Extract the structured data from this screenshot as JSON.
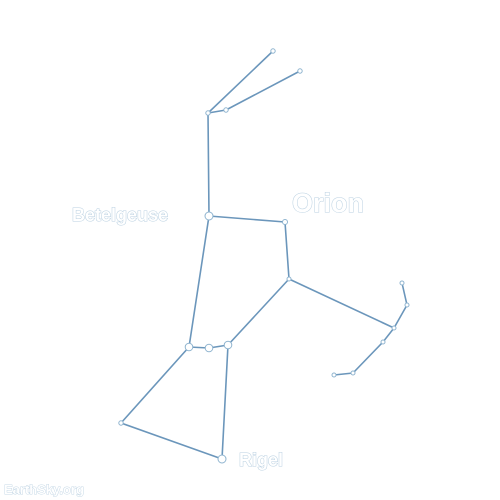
{
  "constellation": {
    "name": "Orion",
    "labels": {
      "betelgeuse": "Betelgeuse",
      "rigel": "Rigel"
    }
  },
  "watermark": "EarthSky.org",
  "colors": {
    "line": "#6b96bb",
    "star_outline": "#8fb4cf",
    "label_outline": "#b8cfe0",
    "background": "#ffffff"
  }
}
